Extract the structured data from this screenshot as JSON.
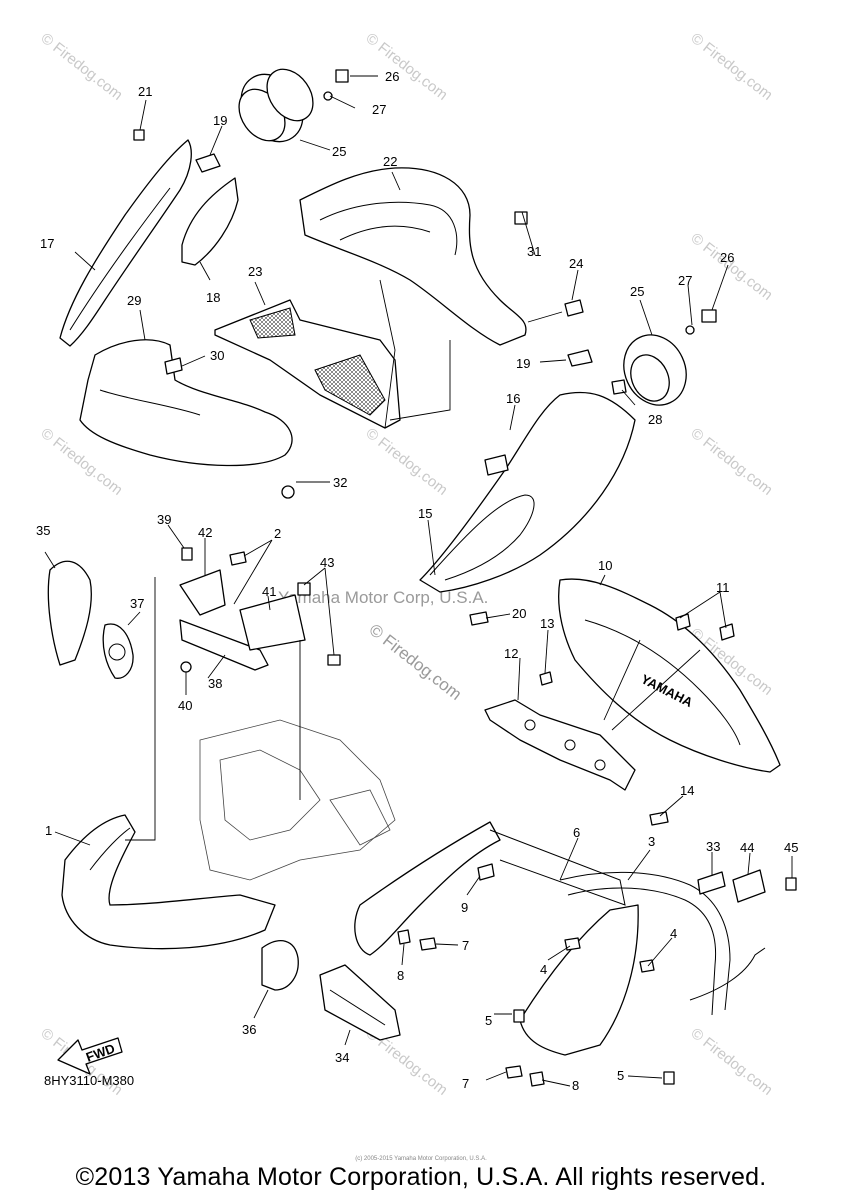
{
  "diagram": {
    "code": "8HY3110-M380",
    "brand_text": "Yamaha Motor Corp, U.S.A.",
    "panel_logo_text": "YAMAHA",
    "fwd_label": "FWD",
    "copyright": "©2013 Yamaha Motor Corporation, U.S.A. All rights reserved.",
    "copyright_small": "(c) 2005-2015 Yamaha Motor Corporation, U.S.A."
  },
  "watermarks": {
    "corner": "© Firedog.com",
    "center": "© Firedog.com"
  },
  "callouts": {
    "c1": "1",
    "c2": "2",
    "c3": "3",
    "c4a": "4",
    "c4b": "4",
    "c5a": "5",
    "c5b": "5",
    "c6": "6",
    "c7a": "7",
    "c7b": "7",
    "c8a": "8",
    "c8b": "8",
    "c9": "9",
    "c10": "10",
    "c11": "11",
    "c12": "12",
    "c13": "13",
    "c14": "14",
    "c15": "15",
    "c16": "16",
    "c17": "17",
    "c18": "18",
    "c19a": "19",
    "c19b": "19",
    "c20": "20",
    "c21": "21",
    "c22": "22",
    "c23": "23",
    "c24": "24",
    "c25a": "25",
    "c25b": "25",
    "c26a": "26",
    "c26b": "26",
    "c27a": "27",
    "c27b": "27",
    "c28": "28",
    "c29": "29",
    "c30": "30",
    "c31": "31",
    "c32": "32",
    "c33": "33",
    "c34": "34",
    "c35": "35",
    "c36": "36",
    "c37": "37",
    "c38": "38",
    "c39": "39",
    "c40": "40",
    "c41": "41",
    "c42": "42",
    "c43": "43",
    "c44": "44",
    "c45": "45"
  }
}
